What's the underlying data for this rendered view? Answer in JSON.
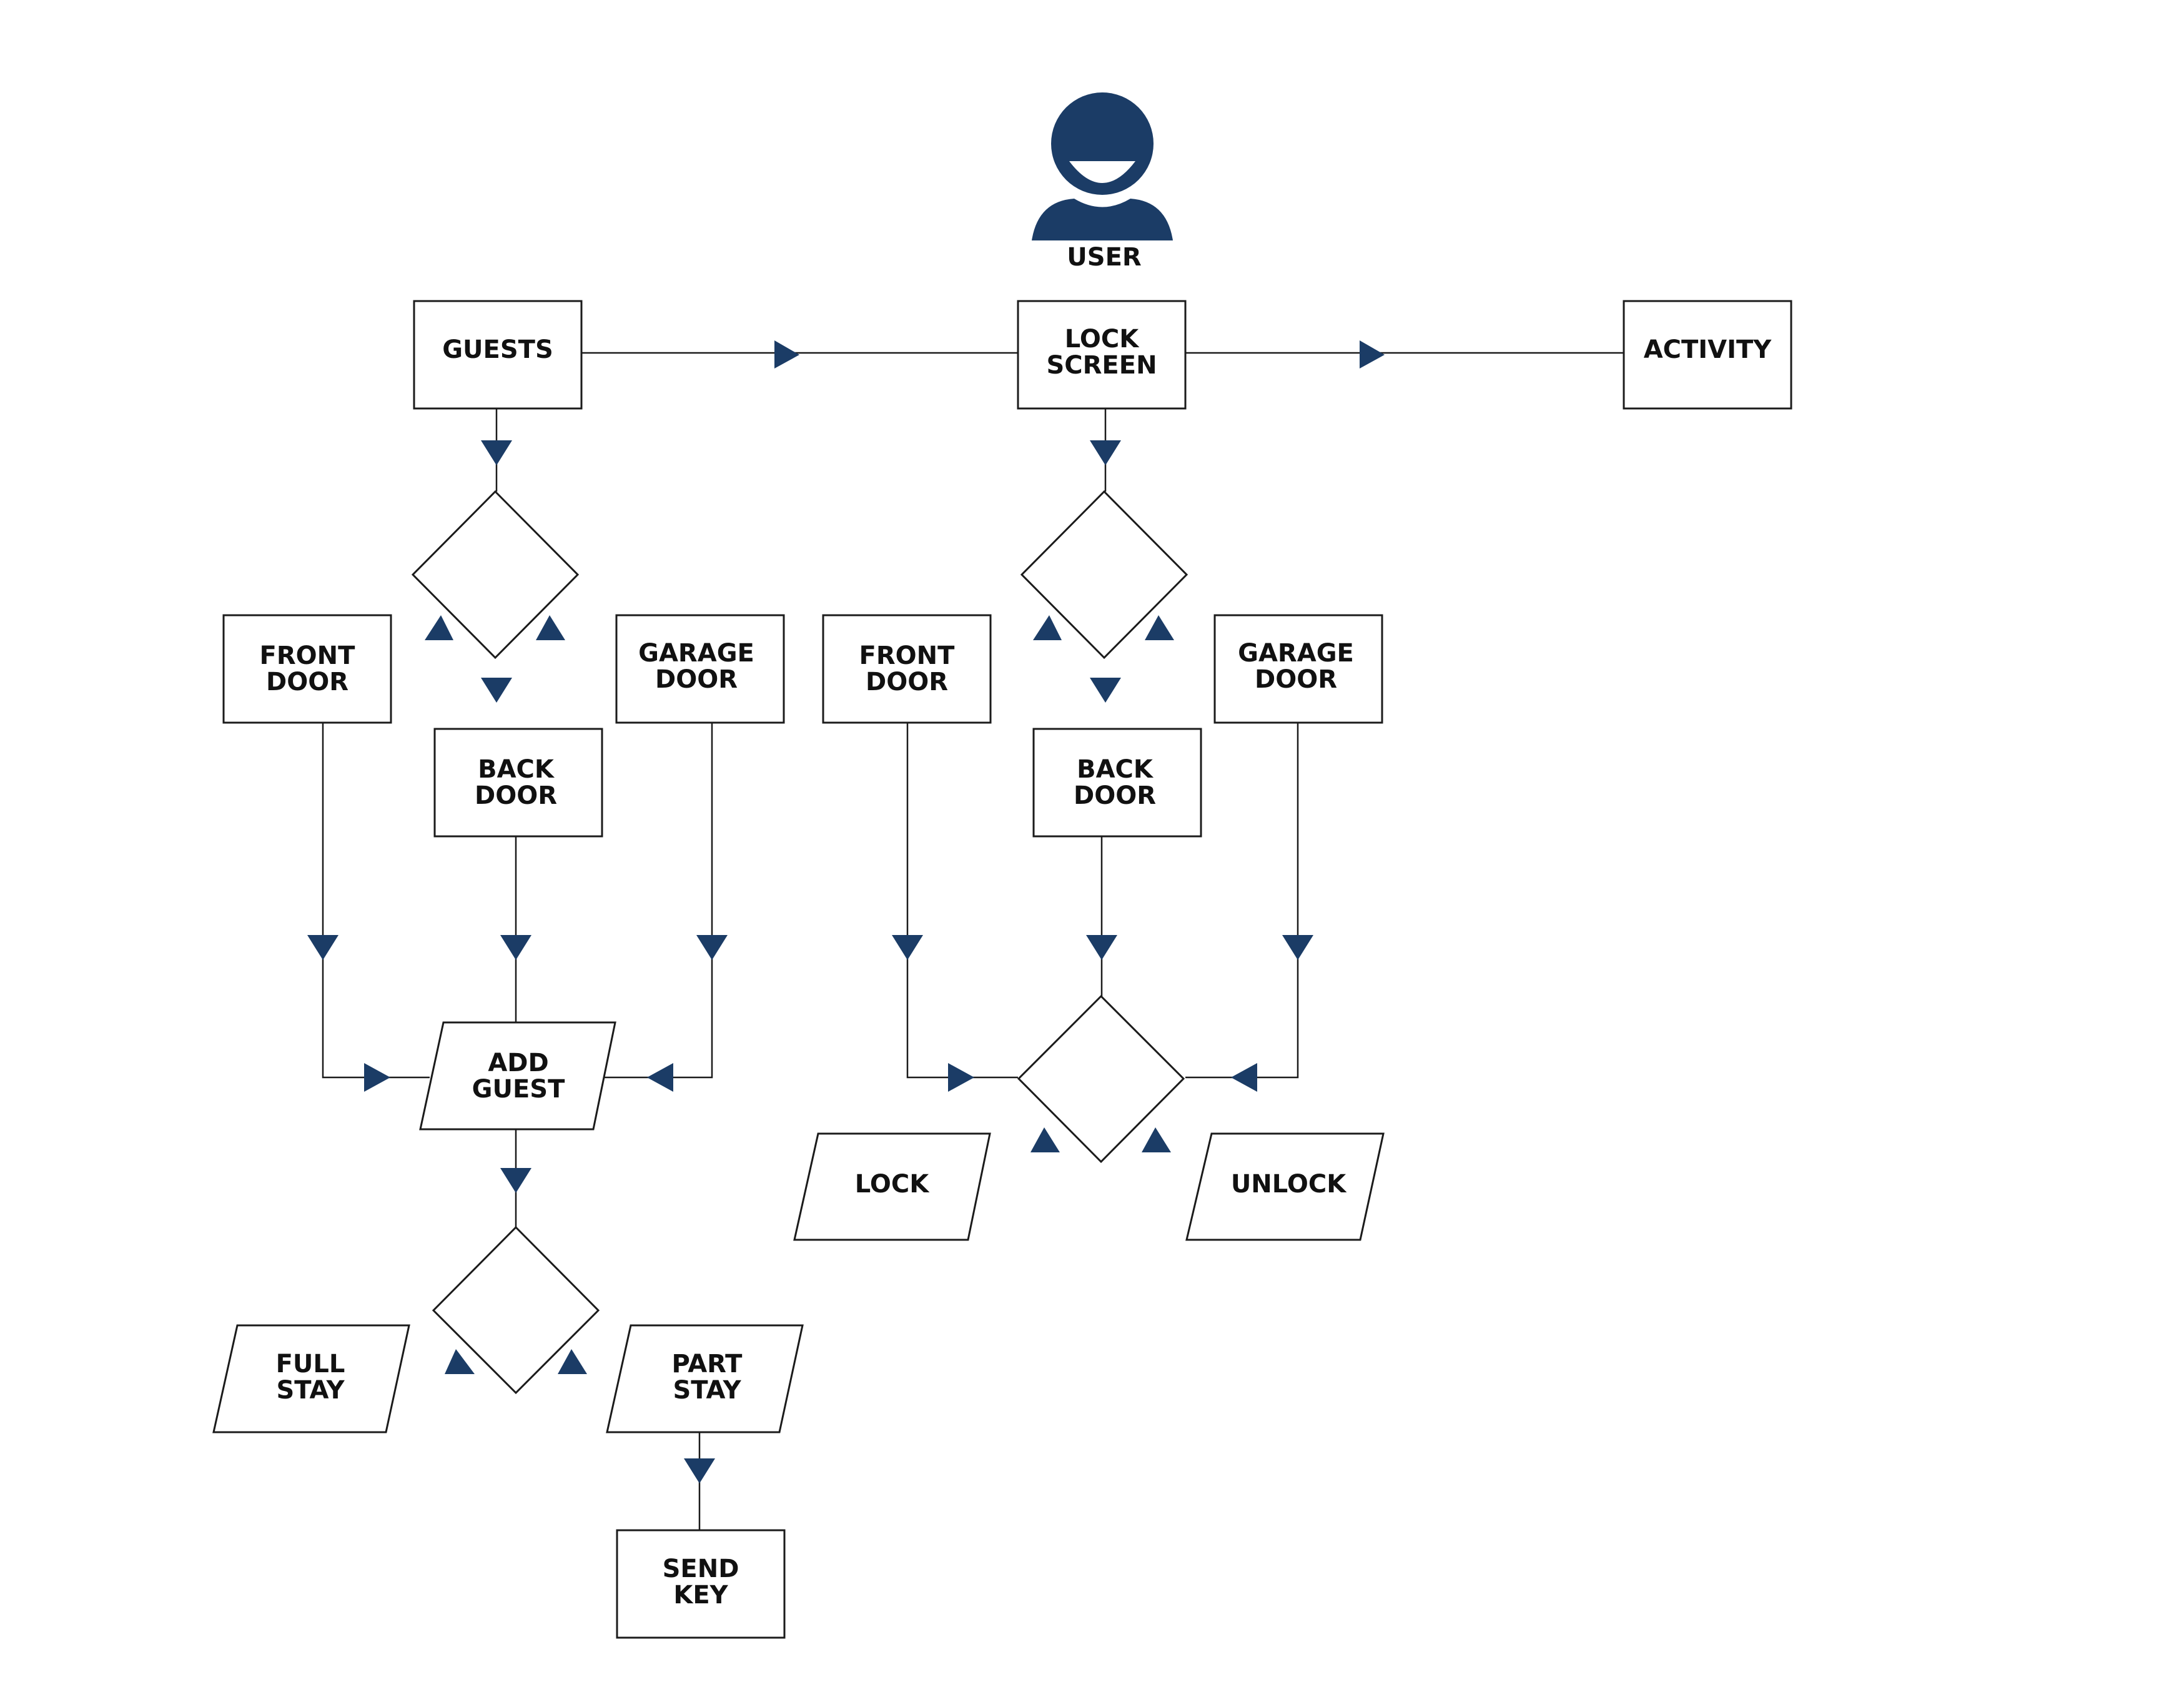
{
  "diagram": {
    "user": {
      "label": "USER",
      "icon": "user-icon",
      "icon_color": "#1b3c66"
    },
    "lock_screen": {
      "line1": "LOCK",
      "line2": "SCREEN"
    },
    "guests": {
      "label": "GUESTS"
    },
    "activity": {
      "label": "ACTIVITY"
    },
    "guests_branch": {
      "front_door": {
        "line1": "FRONT",
        "line2": "DOOR"
      },
      "back_door": {
        "line1": "BACK",
        "line2": "DOOR"
      },
      "garage_door": {
        "line1": "GARAGE",
        "line2": "DOOR"
      },
      "add_guest": {
        "line1": "ADD",
        "line2": "GUEST"
      },
      "full_stay": {
        "line1": "FULL",
        "line2": "STAY"
      },
      "part_stay": {
        "line1": "PART",
        "line2": "STAY"
      },
      "send_key": {
        "line1": "SEND",
        "line2": "KEY"
      }
    },
    "lock_branch": {
      "front_door": {
        "line1": "FRONT",
        "line2": "DOOR"
      },
      "back_door": {
        "line1": "BACK",
        "line2": "DOOR"
      },
      "garage_door": {
        "line1": "GARAGE",
        "line2": "DOOR"
      },
      "lock": {
        "label": "LOCK"
      },
      "unlock": {
        "label": "UNLOCK"
      }
    },
    "colors": {
      "arrow": "#1b3c66",
      "stroke": "#1b1b1b",
      "background": "#ffffff"
    }
  }
}
